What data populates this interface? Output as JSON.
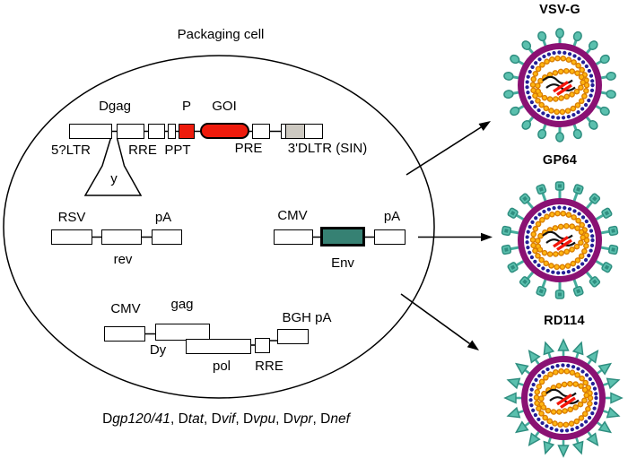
{
  "title": "Packaging cell",
  "cell": {
    "transfer_construct": {
      "dgag": "Dgag",
      "promoter": "P",
      "goi": "GOI",
      "ltr5": "5?LTR",
      "rre": "RRE",
      "ppt": "PPT",
      "pre": "PRE",
      "ltr3": "3'DLTR (SIN)",
      "psi": "y"
    },
    "rev_construct": {
      "promoter": "RSV",
      "pa": "pA",
      "gene": "rev"
    },
    "env_construct": {
      "promoter": "CMV",
      "pa": "pA",
      "gene": "Env"
    },
    "gagpol_construct": {
      "promoter": "CMV",
      "gag": "gag",
      "dpsi": "Dy",
      "pol": "pol",
      "rre": "RRE",
      "pa": "BGH pA"
    }
  },
  "footnote": {
    "delta": "D",
    "genes": [
      "gp120/41",
      "tat",
      "vif",
      "vpu",
      "vpr",
      "nef"
    ],
    "sep": ", "
  },
  "virions": [
    {
      "label": "VSV-G",
      "spike_style": "round-lollipop"
    },
    {
      "label": "GP64",
      "spike_style": "square-lollipop"
    },
    {
      "label": "RD114",
      "spike_style": "arrowhead"
    }
  ],
  "colors": {
    "highlight_red": "#EE1B0C",
    "env_teal": "#368173",
    "ltr_gray": "#CDC9C1",
    "membrane_purple": "#8A1173",
    "ring_navy": "#231F97",
    "capsid_gold": "#FFB612",
    "capsid_gold_outline": "#D97C00",
    "spike_teal": "#5BC0AE",
    "spike_outline": "#2F8E80",
    "rna_red": "#F5150A",
    "rna_black": "#111111"
  }
}
